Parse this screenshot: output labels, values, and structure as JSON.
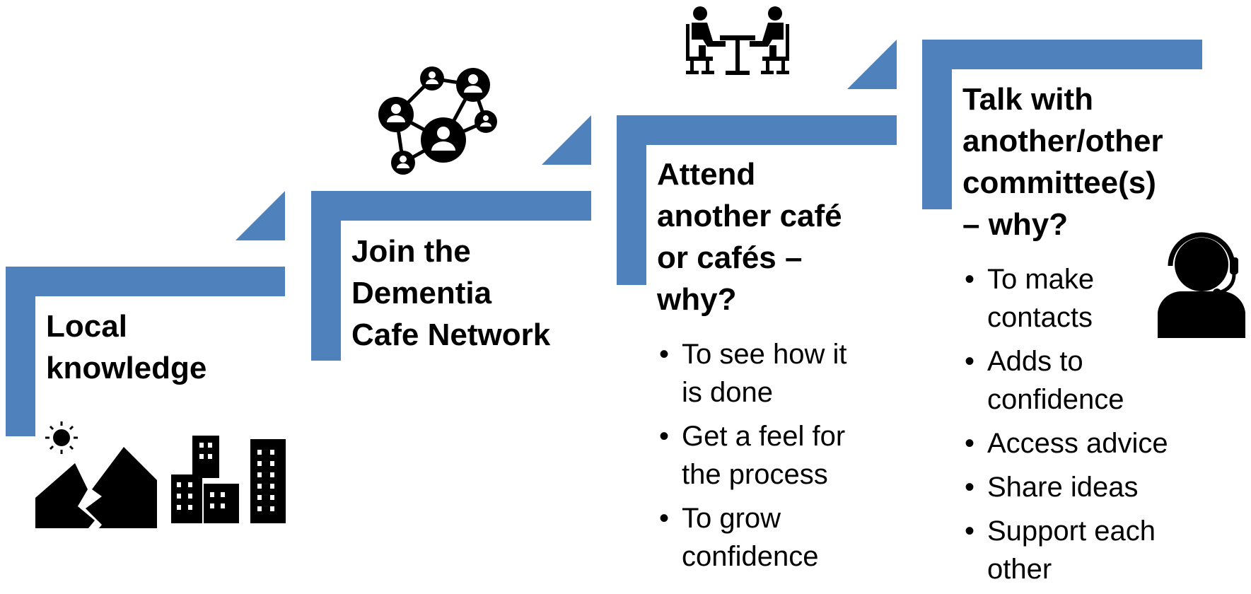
{
  "colors": {
    "accent": "#4f81bd",
    "icon": "#000000"
  },
  "steps": [
    {
      "title_lines": [
        "Local",
        "knowledge"
      ],
      "icons": [
        "landscape-sun-icon",
        "city-buildings-icon"
      ]
    },
    {
      "title_lines": [
        "Join the",
        "Dementia",
        "Cafe Network"
      ],
      "icons": [
        "network-people-icon"
      ]
    },
    {
      "title_lines": [
        "Attend",
        "another café",
        "or cafés –",
        "why?"
      ],
      "icons": [
        "meeting-table-icon"
      ],
      "bullets": [
        [
          "To see how it",
          "is done"
        ],
        [
          "Get a feel for",
          "the process"
        ],
        [
          "To grow",
          "confidence"
        ]
      ]
    },
    {
      "title_lines": [
        "Talk with",
        "another/other",
        "committee(s)",
        "– why?"
      ],
      "icons": [
        "headset-person-icon"
      ],
      "bullets": [
        [
          "To make",
          "contacts"
        ],
        [
          "Adds to",
          "confidence"
        ],
        [
          "Access advice"
        ],
        [
          "Share ideas"
        ],
        [
          "Support each",
          "other"
        ]
      ]
    }
  ]
}
